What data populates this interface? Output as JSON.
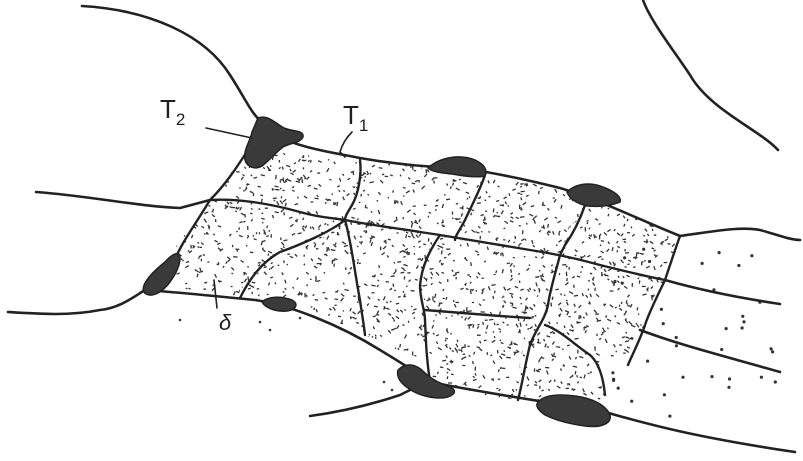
{
  "labels": {
    "t2": "T",
    "t2_sub": "2",
    "t1": "T",
    "t1_sub": "1",
    "delta": "δ"
  },
  "colors": {
    "ink": "#222222",
    "junction_fill": "#3a3a3a",
    "background": "#ffffff"
  }
}
